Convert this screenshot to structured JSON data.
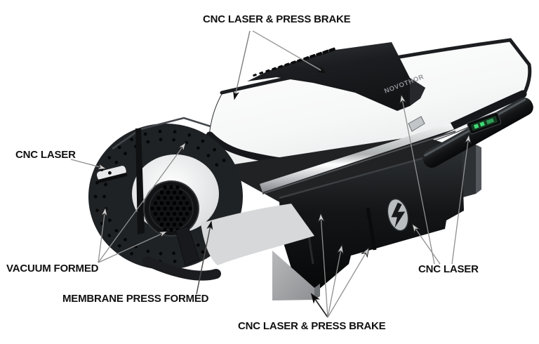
{
  "labels": {
    "top_process": "CNC LASER & PRESS BRAKE",
    "left_process": "CNC LASER",
    "vacuum_formed": "VACUUM FORMED",
    "membrane_press_formed": "MEMBRANE PRESS FORMED",
    "bottom_process": "CNC LASER & PRESS BRAKE",
    "right_process": "CNC LASER"
  },
  "machine": {
    "brand": "NOVOTHOR",
    "icons": {
      "side_logo": "lightning-bolt-logo",
      "control_panel": "green-led-display"
    }
  },
  "colors": {
    "background": "#ffffff",
    "label_text": "#111111",
    "machine_dark": "#17191c",
    "canopy_white": "#fcfcfc",
    "chrome_silver": "#c9cccd",
    "display_green": "#40da75",
    "arrow_gray": "#8f8f8f",
    "arrow_black": "#111111"
  }
}
